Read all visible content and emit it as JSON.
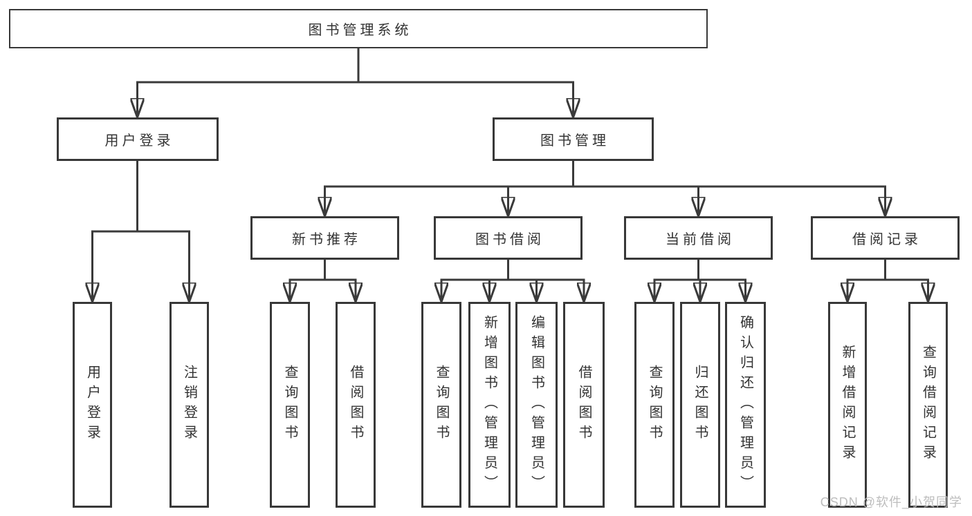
{
  "tree": {
    "label": "图书管理系统",
    "children": [
      {
        "label": "用户登录",
        "children": [
          {
            "label": "用户登录"
          },
          {
            "label": "注销登录"
          }
        ]
      },
      {
        "label": "图书管理",
        "children": [
          {
            "label": "新书推荐",
            "children": [
              {
                "label": "查询图书"
              },
              {
                "label": "借阅图书"
              }
            ]
          },
          {
            "label": "图书借阅",
            "children": [
              {
                "label": "查询图书"
              },
              {
                "label": "新增图书（管理员）"
              },
              {
                "label": "编辑图书（管理员）"
              },
              {
                "label": "借阅图书"
              }
            ]
          },
          {
            "label": "当前借阅",
            "children": [
              {
                "label": "查询图书"
              },
              {
                "label": "归还图书"
              },
              {
                "label": "确认归还（管理员）"
              }
            ]
          },
          {
            "label": "借阅记录",
            "children": [
              {
                "label": "新增借阅记录"
              },
              {
                "label": "查询借阅记录"
              }
            ]
          }
        ]
      }
    ]
  },
  "watermark": "CSDN @软件_小贺同学",
  "colors": {
    "line": "#3a3a3a",
    "box_border": "#383838",
    "text": "#333333",
    "watermark": "#bdbdbd",
    "background": "#ffffff"
  }
}
